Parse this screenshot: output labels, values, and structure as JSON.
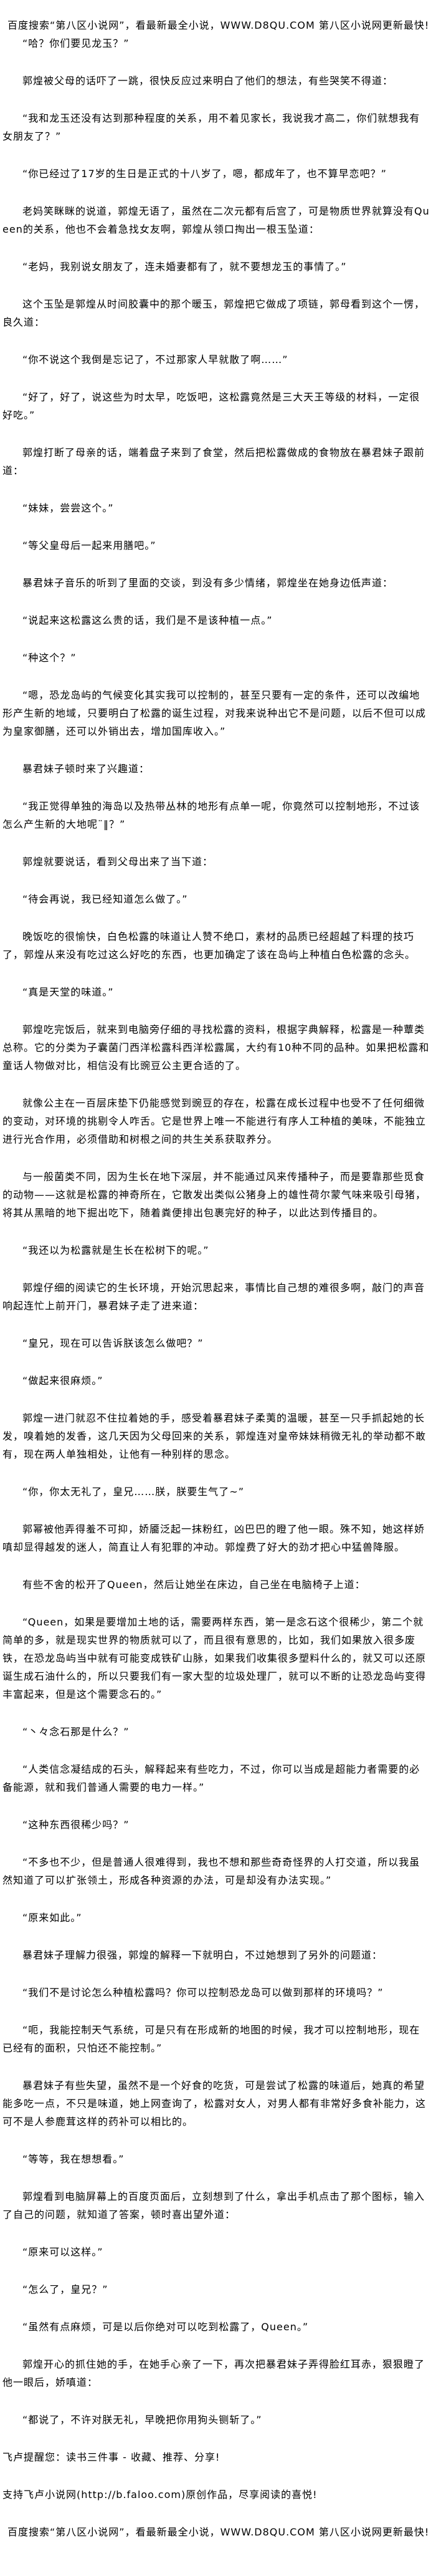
{
  "banner_text": "百度搜索“第八区小说网”，看最新最全小说，WWW.D8QU.COM  第八区小说网更新最快!",
  "paragraphs": [
    "“哈？你们要见龙玉？”",
    "郭煌被父母的话吓了一跳，很快反应过来明白了他们的想法，有些哭笑不得道：",
    "“我和龙玉还没有达到那种程度的关系，用不着见家长，我说我才高二，你们就想我有女朋友了？”",
    "“你已经过了17岁的生日是正式的十八岁了，嗯，都成年了，也不算早恋吧？”",
    "老妈笑眯眯的说道，郭煌无语了，虽然在二次元都有后宫了，可是物质世界就算没有Queen的关系，他也不会着急找女友啊，郭煌从领口掏出一根玉坠道：",
    "“老妈，我别说女朋友了，连未婚妻都有了，就不要想龙玉的事情了。”",
    "这个玉坠是郭煌从时间胶囊中的那个暖玉，郭煌把它做成了项链，郭母看到这个一愣，良久道：",
    "“你不说这个我倒是忘记了，不过那家人早就散了啊……”",
    "“好了，好了，说这些为时太早，吃饭吧，这松露竟然是三大天王等级的材料，一定很好吃。”",
    "郭煌打断了母亲的话，端着盘子来到了食堂，然后把松露做成的食物放在暴君妹子跟前道：",
    "“妹妹，尝尝这个。”",
    "“等父皇母后一起来用膳吧。”",
    "暴君妹子音乐的听到了里面的交谈，到没有多少情绪，郭煌坐在她身边低声道：",
    "“说起来这松露这么贵的话，我们是不是该种植一点。”",
    "“种这个？”",
    "“嗯，恐龙岛屿的气候变化其实我可以控制的，甚至只要有一定的条件，还可以改编地形产生新的地域，只要明白了松露的诞生过程，对我来说种出它不是问题，以后不但可以成为皇家御膳，还可以外销出去，增加国库收入。”",
    "暴君妹子顿时来了兴趣道：",
    "“我正觉得单独的海岛以及热带丛林的地形有点单一呢，你竟然可以控制地形，不过该怎么产生新的大地呢¨‖？”",
    "郭煌就要说话，看到父母出来了当下道：",
    "“待会再说，我已经知道怎么做了。”",
    "晚饭吃的很愉快，白色松露的味道让人赞不绝口，素材的品质已经超越了料理的技巧了，郭煌从来没有吃过这么好吃的东西，也更加确定了该在岛屿上种植白色松露的念头。",
    "“真是天堂的味道。”",
    "郭煌吃完饭后，就来到电脑旁仔细的寻找松露的资料，根据字典解释，松露是一种蕈类总称。它的分类为子囊菌门西洋松露科西洋松露属，大约有10种不同的品种。如果把松露和童话人物做对比，相信没有比豌豆公主更合适的了。",
    "就像公主在一百层床垫下仍能感觉到豌豆的存在，松露在成长过程中也受不了任何细微的变动，对环境的挑剔令人咋舌。它是世界上唯一不能进行有序人工种植的美味，不能独立进行光合作用，必须借助和树根之间的共生关系获取养分。",
    "与一般菌类不同，因为生长在地下深层，并不能通过风来传播种子，而是要靠那些觅食的动物——这就是松露的神奇所在，它散发出类似公猪身上的雄性荷尔蒙气味来吸引母猪，将其从黑暗的地下掘出吃下，随着粪便排出包裹完好的种子，以此达到传播目的。",
    "“我还以为松露就是生长在松树下的呢。”",
    "郭煌仔细的阅读它的生长环境，开始沉思起来，事情比自己想的难很多啊，敲门的声音响起连忙上前开门，暴君妹子走了进来道：",
    "“皇兄，现在可以告诉朕该怎么做吧？”",
    "“做起来很麻烦。”",
    "郭煌一进门就忍不住拉着她的手，感受着暴君妹子柔荑的温暖，甚至一只手抓起她的长发，嗅着她的发香，这几天因为父母回来的关系，郭煌连对皇帝妹妹稍微无礼的举动都不敢有，现在两人单独相处，让他有一种别样的思念。",
    "“你，你太无礼了，皇兄……朕，朕要生气了~”",
    "郭幂被他弄得羞不可抑，娇靥泛起一抹粉红，凶巴巴的瞪了他一眼。殊不知，她这样娇嗔却显得越发的迷人，简直让人有犯罪的冲动。郭煌费了好大的劲才把心中猛兽降服。",
    "有些不舍的松开了Queen，然后让她坐在床边，自己坐在电脑椅子上道：",
    "“Queen，如果是要增加土地的话，需要两样东西，第一是念石这个很稀少，第二个就简单的多，就是现实世界的物质就可以了，而且很有意思的，比如，我们如果放入很多废铁，在恐龙岛屿当中就有可能变成铁矿山脉，如果我们收集很多塑料什么的，就又可以还原诞生成石油什么的，所以只要我们有一家大型的垃圾处理厂，就可以不断的让恐龙岛屿变得丰富起来，但是这个需要念石的。”",
    "“丶々念石那是什么？”",
    "“人类信念凝结成的石头，解释起来有些吃力，不过，你可以当成是超能力者需要的必备能源，就和我们普通人需要的电力一样。”",
    "“这种东西很稀少吗？”",
    "“不多也不少，但是普通人很难得到，我也不想和那些奇奇怪界的人打交道，所以我虽然知道了可以扩张领土，形成各种资源的办法，可是却没有办法实现。”",
    "“原来如此。”",
    "暴君妹子理解力很强，郭煌的解释一下就明白，不过她想到了另外的问题道：",
    "“我们不是讨论怎么种植松露吗？你可以控制恐龙岛可以做到那样的环境吗？”",
    "“呃，我能控制天气系统，可是只有在形成新的地图的时候，我才可以控制地形，现在已经有的面积，只怕还不能控制。”",
    "暴君妹子有些失望，虽然不是一个好食的吃货，可是尝试了松露的味道后，她真的希望能多吃一点，不只是味道，她上网查询了，松露对女人，对男人都有非常好多食补能力，这可不是人参鹿茸这样的药补可以相比的。",
    "“等等，我在想想看。”",
    "郭煌看到电脑屏幕上的百度页面后，立刻想到了什么，拿出手机点击了那个图标，输入了自己的问题，就知道了答案，顿时喜出望外道：",
    "“原来可以这样。”",
    "“怎么了，皇兄？”",
    "“虽然有点麻烦，可是以后你绝对可以吃到松露了，Queen。”",
    "郭煌开心的抓住她的手，在她手心亲了一下，再次把暴君妹子弄得脸红耳赤，狠狠瞪了他一眼后，娇嗔道：",
    "“都说了，不许对朕无礼，早晚把你用狗头铡斩了。”"
  ],
  "closing_notes": [
    "飞卢提醒您：读书三件事 - 收藏、推荐、分享!",
    "支持飞卢小说网(http://b.faloo.com)原创作品，尽享阅读的喜悦!"
  ]
}
